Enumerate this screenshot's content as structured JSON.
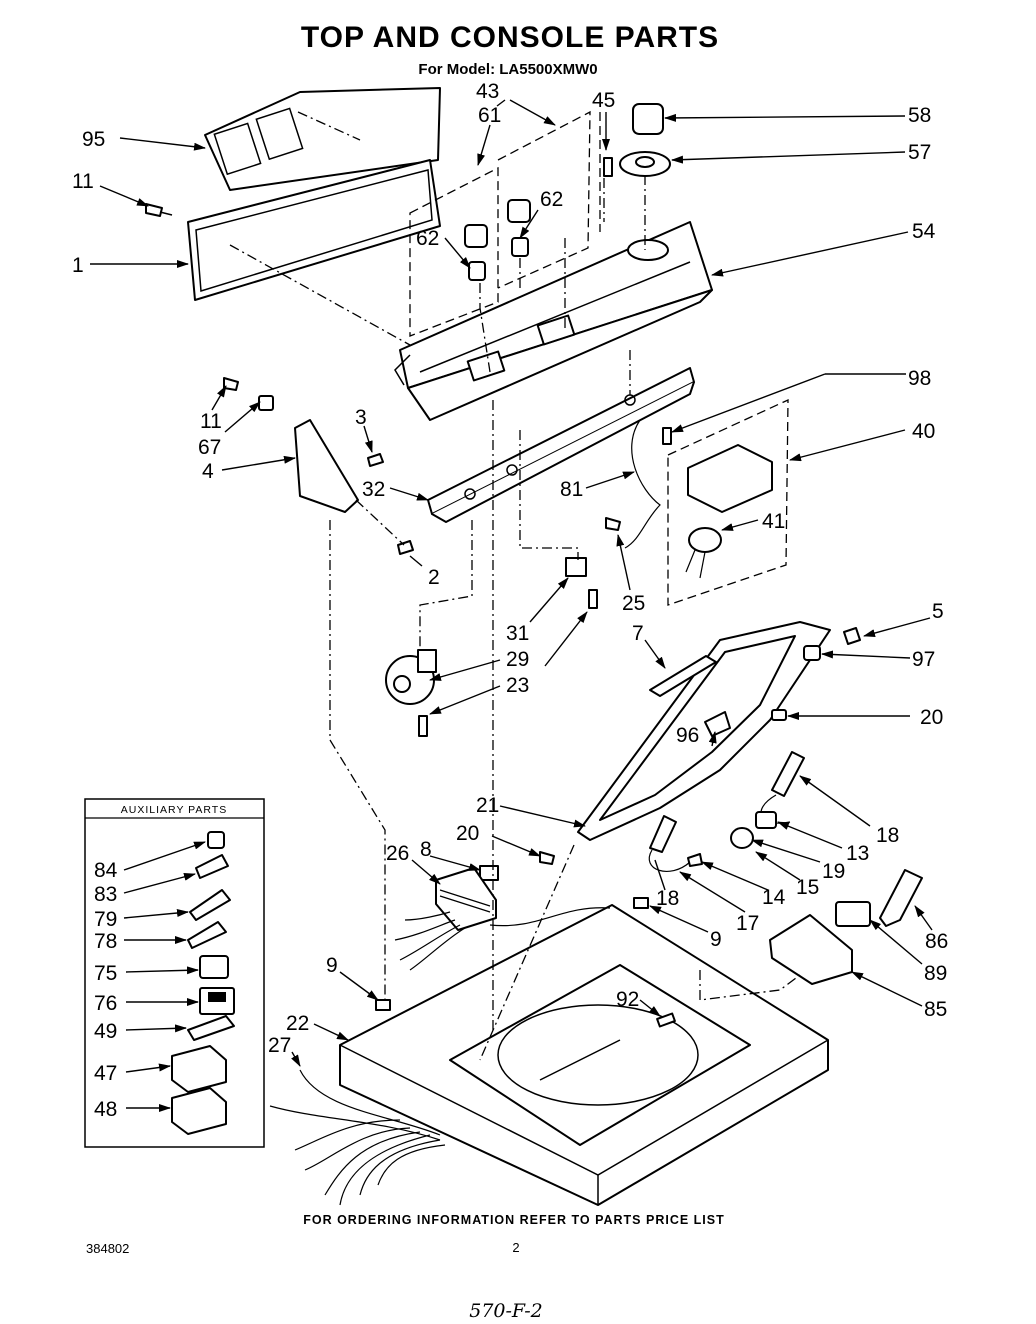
{
  "header": {
    "title": "TOP AND CONSOLE PARTS",
    "subtitle": "For Model: LA5500XMW0"
  },
  "auxiliary_box": {
    "title": "AUXILIARY PARTS",
    "items": [
      "84",
      "83",
      "79",
      "78",
      "75",
      "76",
      "49",
      "47",
      "48"
    ]
  },
  "callouts": {
    "c95": "95",
    "c11a": "11",
    "c1": "1",
    "c43": "43",
    "c61": "61",
    "c45": "45",
    "c58": "58",
    "c57": "57",
    "c62a": "62",
    "c62b": "62",
    "c54": "54",
    "c11b": "11",
    "c67": "67",
    "c4": "4",
    "c3": "3",
    "c32": "32",
    "c2": "2",
    "c98": "98",
    "c40": "40",
    "c81": "81",
    "c41": "41",
    "c25": "25",
    "c31": "31",
    "c29": "29",
    "c23": "23",
    "c5": "5",
    "c7": "7",
    "c97": "97",
    "c20a": "20",
    "c96": "96",
    "c21": "21",
    "c20b": "20",
    "c18a": "18",
    "c13": "13",
    "c19": "19",
    "c15": "15",
    "c26": "26",
    "c8": "8",
    "c18b": "18",
    "c14": "14",
    "c17": "17",
    "c9a": "9",
    "c86": "86",
    "c89": "89",
    "c85": "85",
    "c9b": "9",
    "c92": "92",
    "c22": "22",
    "c27": "27"
  },
  "footer": {
    "ordering_note": "FOR ORDERING INFORMATION REFER TO PARTS PRICE LIST",
    "doc_number": "384802",
    "page_number": "2",
    "handwritten_code": "570-F-2"
  }
}
